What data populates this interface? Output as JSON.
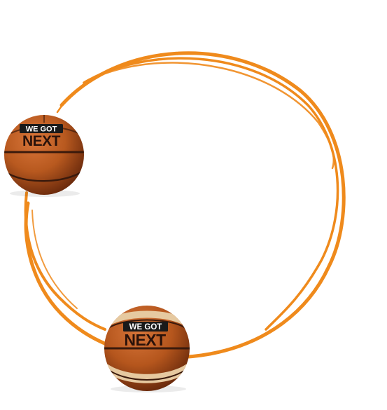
{
  "colors": {
    "background": "#ffffff",
    "ring": "#ef8a1c",
    "ball_brown": "#b8591f",
    "ball_dark": "#7a3310",
    "ball_seam": "#3a1a0c",
    "panel_cream": "#e6c9a0",
    "logo_bg": "#1a1a1a",
    "logo_text": "#ffffff"
  },
  "brush_ring": {
    "icon": "orange-brush-circle"
  },
  "ball_top": {
    "icon": "basketball",
    "logo_line1": "WE GOT",
    "logo_line2": "NEXT"
  },
  "ball_bottom": {
    "icon": "basketball-two-tone",
    "logo_line1": "WE GOT",
    "logo_line2": "NEXT"
  }
}
